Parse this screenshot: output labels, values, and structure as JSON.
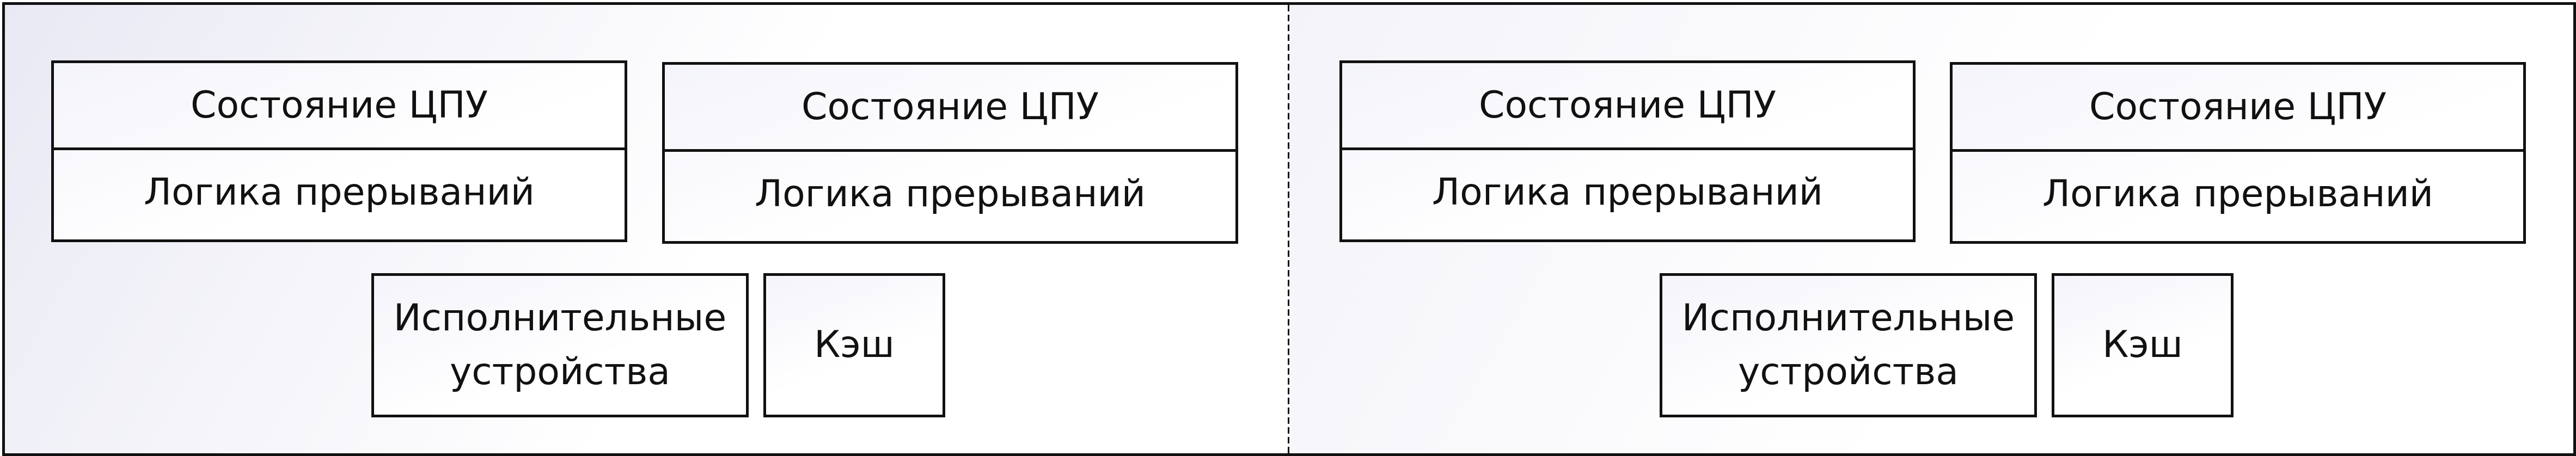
{
  "cores": [
    {
      "cpu_blocks": [
        {
          "state": "Состояние ЦПУ",
          "interrupt": "Логика прерываний"
        },
        {
          "state": "Состояние ЦПУ",
          "interrupt": "Логика прерываний"
        }
      ],
      "execution_units": "Исполнительные устройства",
      "cache": "Кэш"
    },
    {
      "cpu_blocks": [
        {
          "state": "Состояние ЦПУ",
          "interrupt": "Логика прерываний"
        },
        {
          "state": "Состояние ЦПУ",
          "interrupt": "Логика прерываний"
        }
      ],
      "execution_units": "Исполнительные устройства",
      "cache": "Кэш"
    }
  ]
}
